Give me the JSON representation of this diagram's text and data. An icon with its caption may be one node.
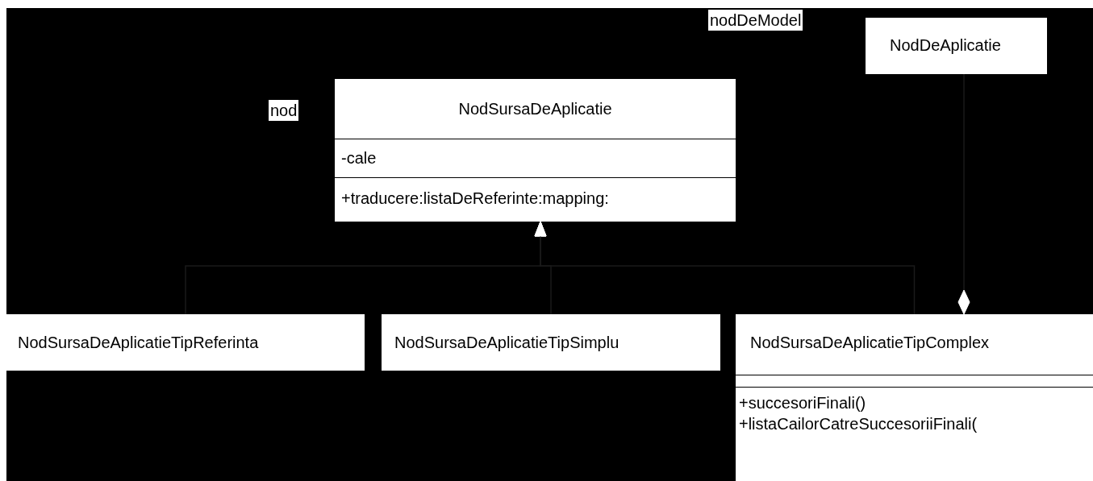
{
  "diagram": {
    "nodes": [
      {
        "text": [
          "NodDeAplicatie"
        ]
      },
      {
        "text": [
          "NodSursaDeAplicatie",
          "-cale",
          "+traducere:listaDeReferinte:mapping:"
        ]
      },
      {
        "text": [
          "NodSursaDeAplicatieTipReferinta"
        ]
      },
      {
        "text": [
          "NodSursaDeAplicatieTipSimplu"
        ]
      },
      {
        "text": [
          "NodSursaDeAplicatieTipComplex",
          "+succesoriFinali()",
          "+listaCailorCatreSuccesoriiFinali("
        ]
      }
    ],
    "edges": [
      {
        "from": 2,
        "to": 1,
        "arrow": "to"
      },
      {
        "from": 3,
        "to": 1,
        "arrow": "to"
      },
      {
        "from": 4,
        "to": 1,
        "arrow": "to"
      },
      {
        "from": 4,
        "to": 0,
        "arrow": "other"
      }
    ],
    "labels": [
      "nodDeModel",
      "nod"
    ]
  }
}
